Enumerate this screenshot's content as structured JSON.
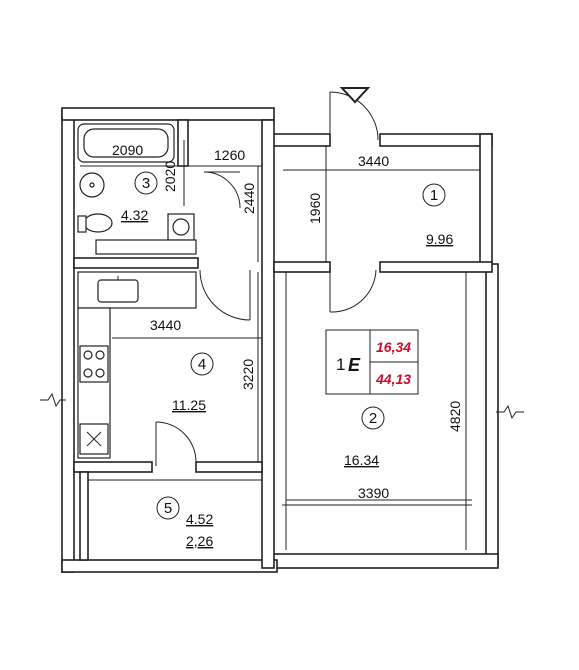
{
  "plan": {
    "dimensions": {
      "bath_width": "2090",
      "hall_top_width": "1260",
      "bath_height": "2020",
      "hall_height": "2440",
      "room1_entry_height": "1960",
      "room1_width": "3440",
      "kitchen_width": "3440",
      "kitchen_height": "3220",
      "room2_height": "4820",
      "room2_width": "3390"
    },
    "rooms": [
      {
        "number": "1",
        "area": "9.96"
      },
      {
        "number": "2",
        "area": "16.34"
      },
      {
        "number": "3",
        "area": "4.32"
      },
      {
        "number": "4",
        "area": "11.25"
      },
      {
        "number": "5",
        "area": "4.52",
        "area_reduced": "2,26"
      }
    ],
    "badge": {
      "label": "1",
      "type": "E",
      "living_area": "16,34",
      "total_area": "44,13",
      "accent_color": "#c8102e"
    }
  }
}
